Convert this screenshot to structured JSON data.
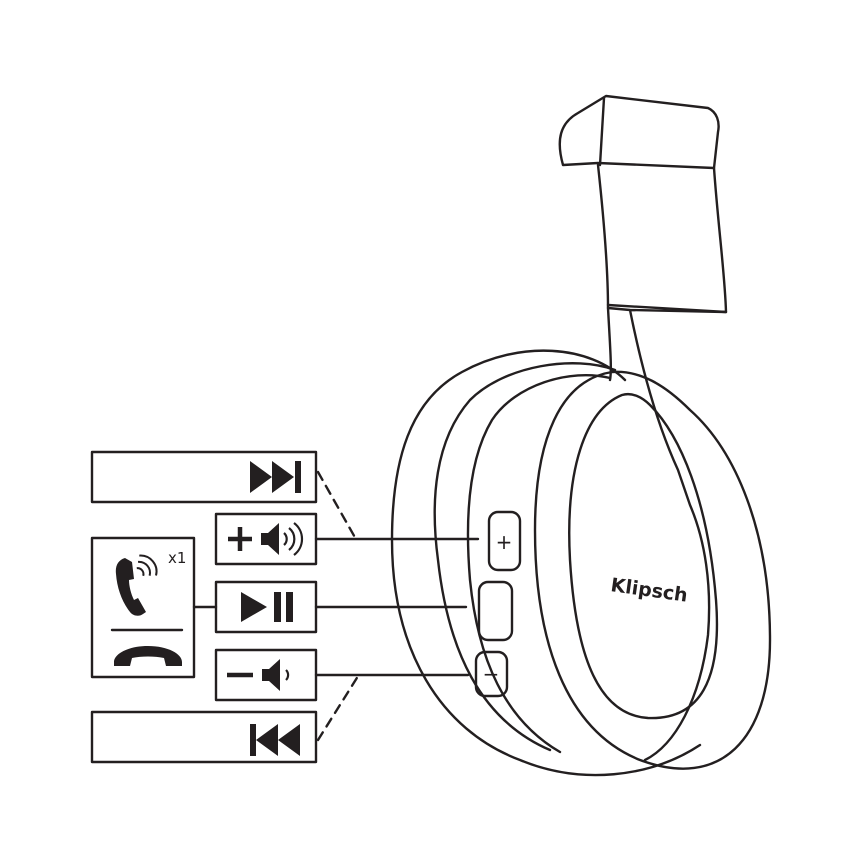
{
  "headphone": {
    "brand": "Klipsch",
    "buttons": [
      {
        "name": "volume-up",
        "glyph": "+"
      },
      {
        "name": "play-pause",
        "glyph": ""
      },
      {
        "name": "volume-down",
        "glyph": "−"
      }
    ]
  },
  "controls": {
    "next_track": {
      "icon": "next-track-icon"
    },
    "volume_up": {
      "icon": "volume-up-icon"
    },
    "play_pause": {
      "icon": "play-pause-icon"
    },
    "volume_down": {
      "icon": "volume-down-icon"
    },
    "previous_track": {
      "icon": "previous-track-icon"
    },
    "call": {
      "answer_icon": "phone-ringing-icon",
      "press_count": "x1",
      "end_icon": "phone-hangup-icon"
    }
  },
  "colors": {
    "line": "#231f20",
    "background": "#ffffff"
  }
}
